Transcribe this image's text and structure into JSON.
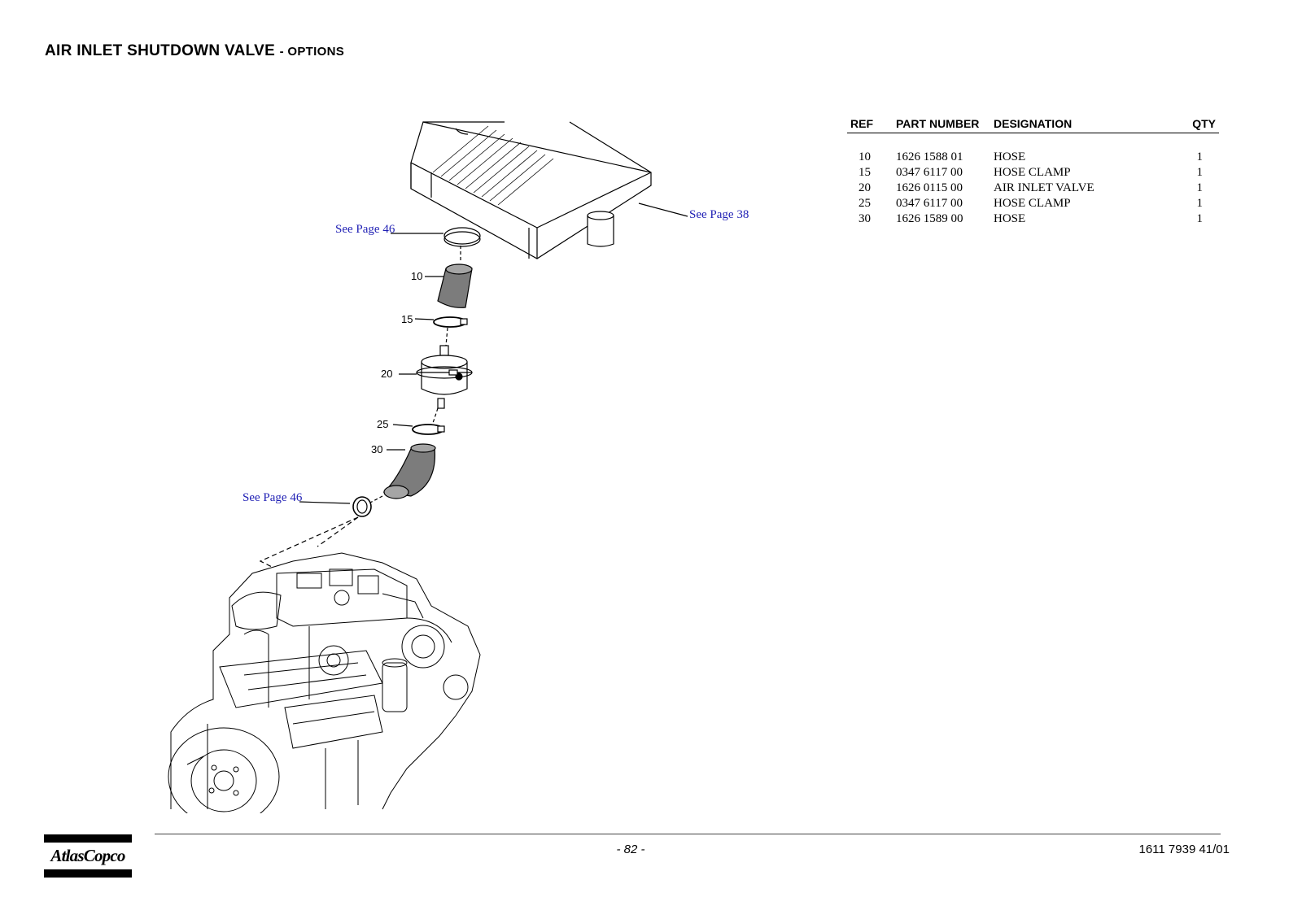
{
  "header": {
    "title": "AIR INLET SHUTDOWN VALVE",
    "subtitle": "- OPTIONS"
  },
  "drawing": {
    "callouts": [
      "10",
      "15",
      "20",
      "25",
      "30"
    ],
    "see_page_top": "See Page 46",
    "see_page_radiator": "See Page 38",
    "see_page_bottom": "See Page 46"
  },
  "parts_table": {
    "headers": {
      "ref": "REF",
      "part_number": "PART NUMBER",
      "designation": "DESIGNATION",
      "qty": "QTY"
    },
    "rows": [
      {
        "ref": "10",
        "part_number": "1626 1588 01",
        "designation": "HOSE",
        "qty": "1"
      },
      {
        "ref": "15",
        "part_number": "0347 6117 00",
        "designation": "HOSE CLAMP",
        "qty": "1"
      },
      {
        "ref": "20",
        "part_number": "1626 0115 00",
        "designation": "AIR INLET VALVE",
        "qty": "1"
      },
      {
        "ref": "25",
        "part_number": "0347 6117 00",
        "designation": "HOSE CLAMP",
        "qty": "1"
      },
      {
        "ref": "30",
        "part_number": "1626 1589 00",
        "designation": "HOSE",
        "qty": "1"
      }
    ]
  },
  "footer": {
    "page_number": "- 82 -",
    "doc_number": "1611 7939 41/01",
    "logo_text": "AtlasCopco"
  },
  "colors": {
    "link": "#1f1fb4",
    "hose_fill": "#7c7c7c",
    "text": "#000000"
  }
}
